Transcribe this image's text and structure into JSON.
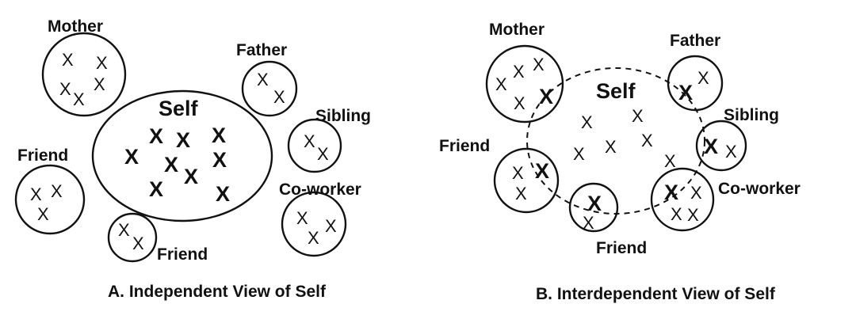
{
  "panel_a": {
    "caption": "A. Independent View of Self",
    "self_label": "Self",
    "nodes": {
      "mother": "Mother",
      "father": "Father",
      "sibling": "Sibling",
      "friend_left": "Friend",
      "friend_bottom": "Friend",
      "coworker": "Co-worker"
    }
  },
  "panel_b": {
    "caption": "B. Interdependent View of Self",
    "self_label": "Self",
    "nodes": {
      "mother": "Mother",
      "father": "Father",
      "sibling": "Sibling",
      "friend_left": "Friend",
      "friend_bottom": "Friend",
      "coworker": "Co-worker"
    }
  },
  "x_mark": "X",
  "colors": {
    "ink": "#111111",
    "background": "#ffffff"
  }
}
